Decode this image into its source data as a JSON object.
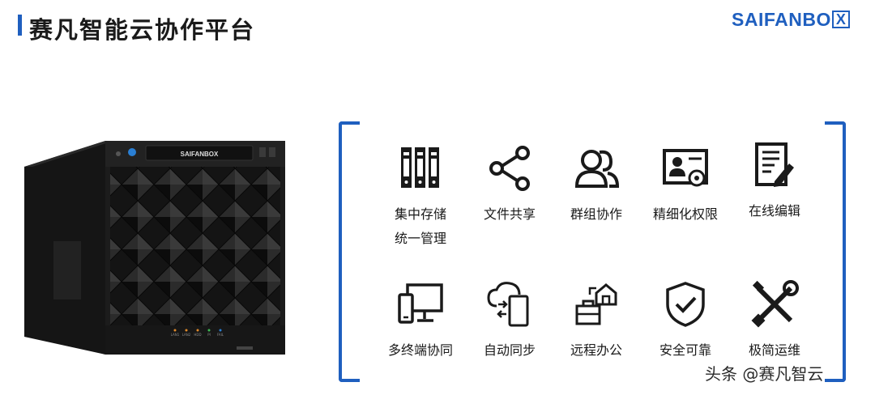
{
  "header": {
    "title": "赛凡智能云协作平台",
    "logo_text": "SAIFANBO",
    "logo_box_letter": "X",
    "accent": "#1f5fbf"
  },
  "device": {
    "brand_label": "SAIFANBOX",
    "leds": [
      "LAN1",
      "LAN2",
      "HDD",
      "PI",
      "FAIL"
    ]
  },
  "features": [
    {
      "icon": "storage-icon",
      "label_line1": "集中存储",
      "label_line2": "统一管理"
    },
    {
      "icon": "share-icon",
      "label_line1": "文件共享",
      "label_line2": ""
    },
    {
      "icon": "group-icon",
      "label_line1": "群组协作",
      "label_line2": ""
    },
    {
      "icon": "permission-icon",
      "label_line1": "精细化权限",
      "label_line2": ""
    },
    {
      "icon": "edit-document-icon",
      "label_line1": "在线编辑",
      "label_line2": ""
    },
    {
      "icon": "multi-device-icon",
      "label_line1": "多终端协同",
      "label_line2": ""
    },
    {
      "icon": "cloud-sync-icon",
      "label_line1": "自动同步",
      "label_line2": ""
    },
    {
      "icon": "remote-office-icon",
      "label_line1": "远程办公",
      "label_line2": ""
    },
    {
      "icon": "shield-check-icon",
      "label_line1": "安全可靠",
      "label_line2": ""
    },
    {
      "icon": "tools-icon",
      "label_line1": "极简运维",
      "label_line2": ""
    }
  ],
  "watermark": "头条 @赛凡智云"
}
